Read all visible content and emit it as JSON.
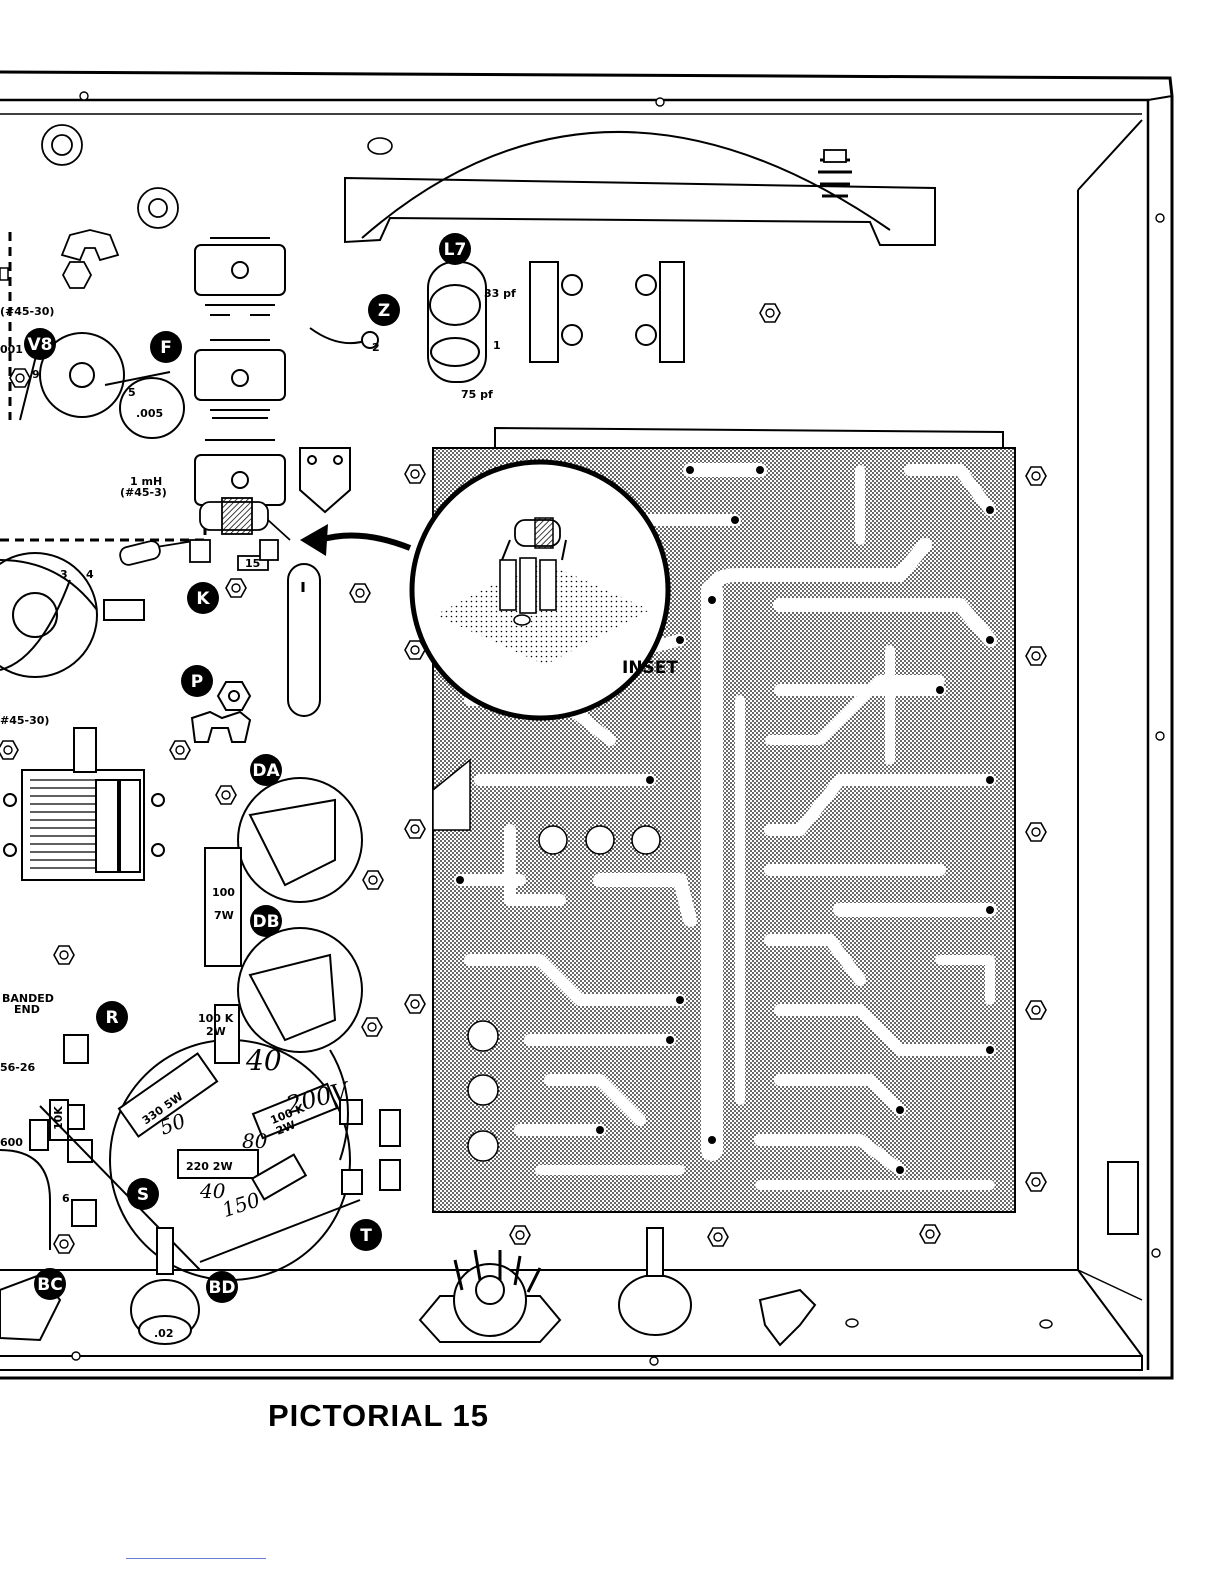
{
  "caption": "PICTORIAL 15",
  "inset_label": "INSET",
  "callouts": {
    "l7": "L7",
    "z": "Z",
    "v8": "V8",
    "f": "F",
    "k": "K",
    "p": "P",
    "da": "DA",
    "db": "DB",
    "r": "R",
    "s": "S",
    "t": "T",
    "bc": "BC",
    "bd": "BD"
  },
  "component_labels": {
    "cap_33pf": "33 pf",
    "cap_75pf": "75 pf",
    "part_45_30_top": "(#45-30)",
    "part_45_30_mid": "#45-30)",
    "cap_001": "001",
    "cap_005": ".005",
    "choke_value": "1 mH",
    "choke_part": "(#45-3)",
    "res_15": "15",
    "res_100_7w_a": "100",
    "res_100_7w_b": "7W",
    "res_100k_a": "100 K",
    "res_100k_b": "2W",
    "res_100k2_a": "100 K",
    "res_100k2_b": "2W",
    "res_330": "330 5W",
    "res_220": "220 2W",
    "res_10k": "10K",
    "banded_a": "BANDED",
    "banded_b": "END",
    "part_56_26": "56-26",
    "part_600": "600",
    "cap_02": ".02",
    "pin_1": "1",
    "pin_2": "2",
    "pin_3": "3",
    "pin_4": "4",
    "pin_5": "5",
    "pin_6": "6",
    "pin_9": "9"
  },
  "handwritten": {
    "h40": "40",
    "h200v": "200V",
    "h80": "80",
    "h50": "50",
    "h40b": "40",
    "h150": "150"
  }
}
